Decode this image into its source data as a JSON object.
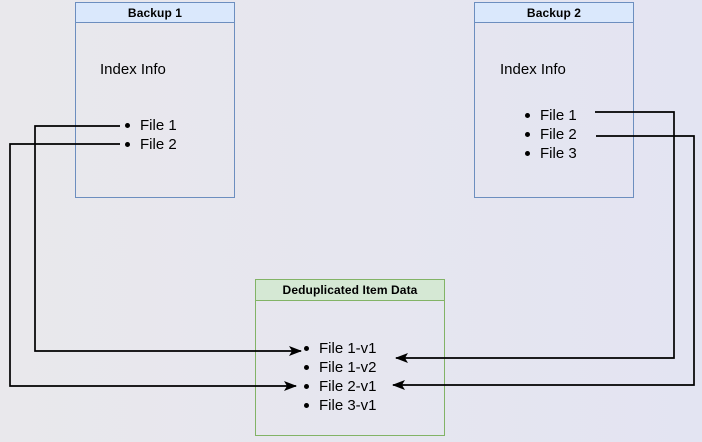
{
  "backup1": {
    "title": "Backup 1",
    "section_label": "Index Info",
    "files": [
      "File 1",
      "File 2"
    ]
  },
  "backup2": {
    "title": "Backup 2",
    "section_label": "Index Info",
    "files": [
      "File 1",
      "File 2",
      "File 3"
    ]
  },
  "dedup": {
    "title": "Deduplicated Item Data",
    "items": [
      "File 1-v1",
      "File 1-v2",
      "File 2-v1",
      "File 3-v1"
    ]
  },
  "connections": [
    {
      "label": "Backup 1 / File 1 -> File 1-v1"
    },
    {
      "label": "Backup 1 / File 2 -> File 2-v1"
    },
    {
      "label": "Backup 2 / File 1 -> File 1-v2"
    },
    {
      "label": "Backup 2 / File 2 -> File 2-v1"
    }
  ],
  "colors": {
    "blue_border": "#6c8ebf",
    "blue_header_fill": "#dae8fc",
    "green_border": "#82b366",
    "green_header_fill": "#d5e8d4",
    "arrow_color": "#000000",
    "text_color": "#000000",
    "background_left": "#e9e8ec",
    "background_right": "#e3e4f2"
  }
}
